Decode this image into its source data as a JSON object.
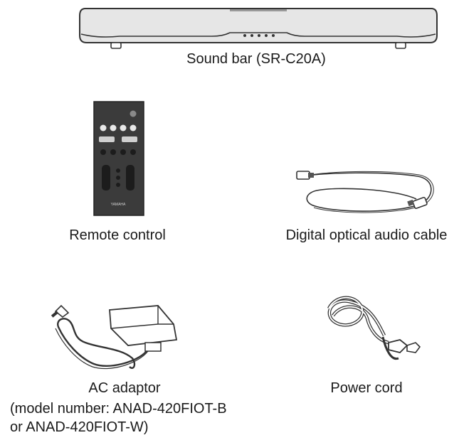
{
  "items": {
    "soundbar": {
      "label": "Sound bar (SR-C20A)"
    },
    "remote": {
      "label": "Remote control",
      "brand_text": "YAMAHA"
    },
    "optical_cable": {
      "label": "Digital optical audio cable"
    },
    "ac_adaptor": {
      "label": "AC adaptor",
      "note_line1": "(model number: ANAD-420FIOT-B",
      "note_line2": "or ANAD-420FIOT-W)"
    },
    "power_cord": {
      "label": "Power cord"
    }
  }
}
